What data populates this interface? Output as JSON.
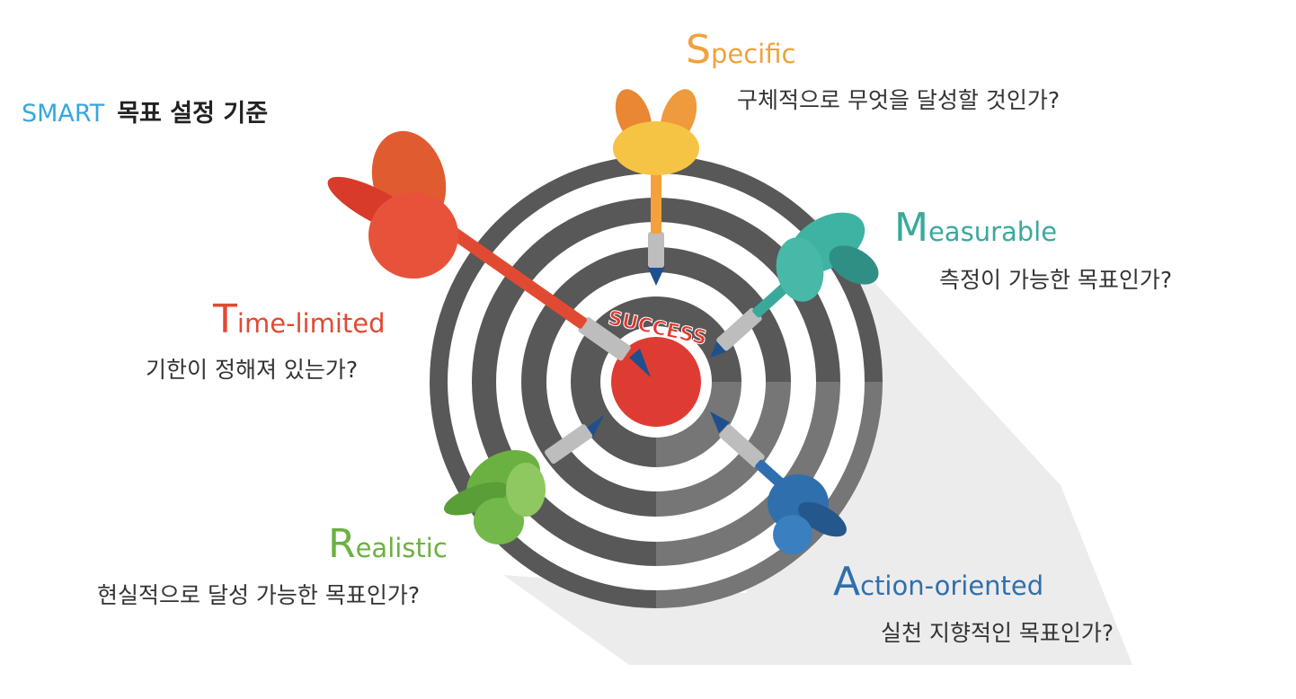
{
  "title": {
    "accent": "SMART",
    "text": "목표 설정 기준"
  },
  "center_label": "SUCCESS",
  "criteria": {
    "specific": {
      "initial": "S",
      "rest": "pecific",
      "question": "구체적으로 무엇을 달성할 것인가?",
      "color": "#f0a23b"
    },
    "measurable": {
      "initial": "M",
      "rest": "easurable",
      "question": "측정이 가능한 목표인가?",
      "color": "#3aa99b"
    },
    "time": {
      "initial": "T",
      "rest": "ime-limited",
      "question": "기한이 정해져 있는가?",
      "color": "#e14a32"
    },
    "realistic": {
      "initial": "R",
      "rest": "ealistic",
      "question": "현실적으로 달성 가능한 목표인가?",
      "color": "#6bb142"
    },
    "action": {
      "initial": "A",
      "rest": "ction-oriented",
      "question": "실천 지향적인 목표인가?",
      "color": "#2f6fae"
    }
  },
  "icons": [
    "target-icon",
    "dart-icon"
  ]
}
